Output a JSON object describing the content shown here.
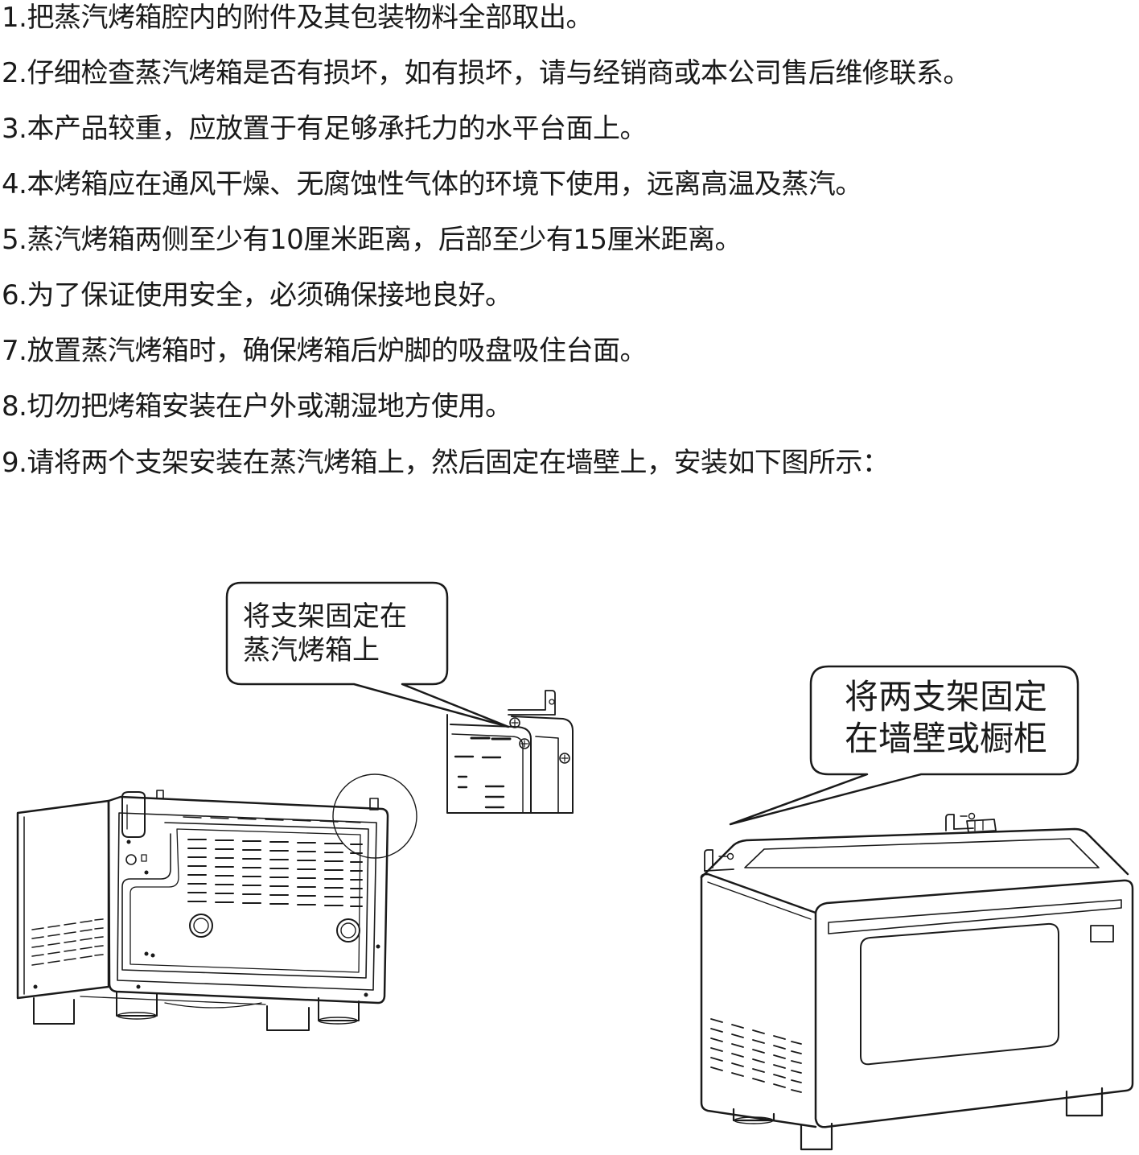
{
  "instructions": [
    "1.把蒸汽烤箱腔内的附件及其包装物料全部取出。",
    "2.仔细检查蒸汽烤箱是否有损坏，如有损坏，请与经销商或本公司售后维修联系。",
    "3.本产品较重，应放置于有足够承托力的水平台面上。",
    "4.本烤箱应在通风干燥、无腐蚀性气体的环境下使用，远离高温及蒸汽。",
    "5.蒸汽烤箱两侧至少有10厘米距离，后部至少有15厘米距离。",
    "6.为了保证使用安全，必须确保接地良好。",
    "7.放置蒸汽烤箱时，确保烤箱后炉脚的吸盘吸住台面。",
    "8.切勿把烤箱安装在户外或潮湿地方使用。",
    "9.请将两个支架安装在蒸汽烤箱上，然后固定在墙壁上，安装如下图所示："
  ],
  "figure_left": {
    "callout_lines": [
      "将支架固定在",
      "蒸汽烤箱上"
    ]
  },
  "figure_right": {
    "callout_lines": [
      "将两支架固定",
      "在墙壁或橱柜"
    ]
  }
}
